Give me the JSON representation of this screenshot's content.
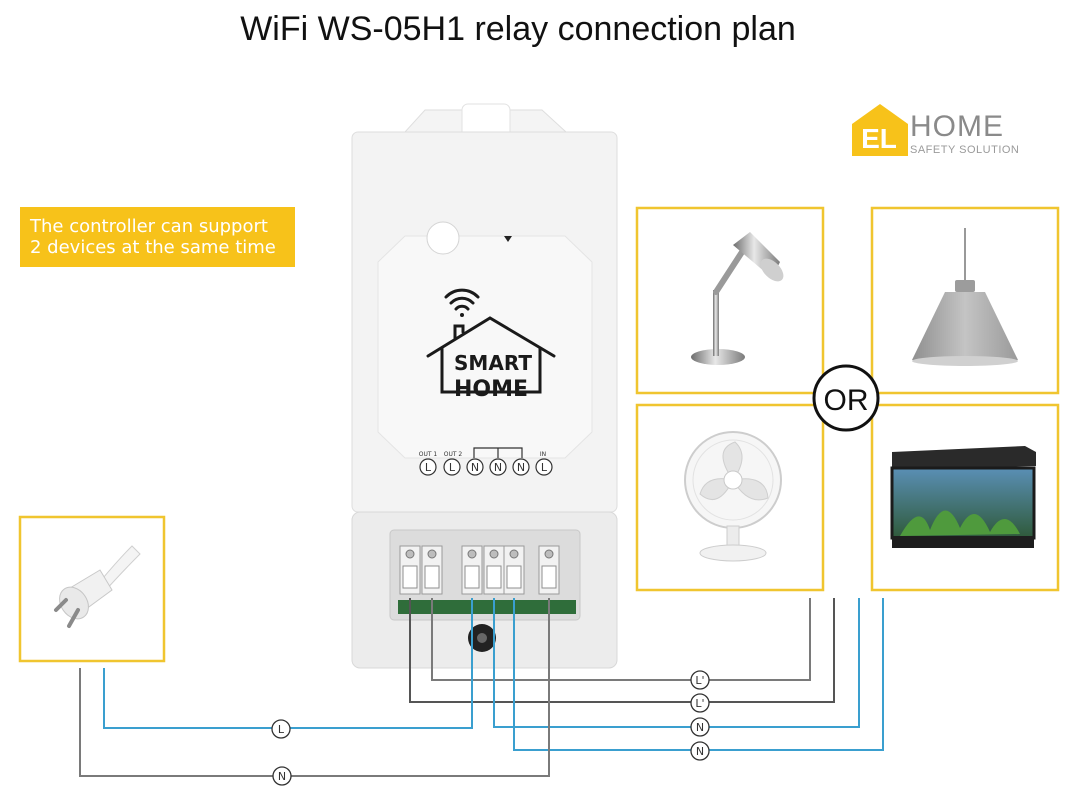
{
  "title": "WiFi WS-05H1 relay connection plan",
  "note": "The controller can support 2 devices at the same time",
  "logo": {
    "mark": "EL",
    "name": "HOME",
    "tagline": "SAFETY SOLUTION",
    "color": "#f7c21a"
  },
  "relay": {
    "brand_line1": "SMART",
    "brand_line2": "HOME",
    "terminal_header_out1": "OUT 1",
    "terminal_header_out2": "OUT 2",
    "terminal_header_in": "IN",
    "terminals": [
      "L",
      "L",
      "N",
      "N",
      "N",
      "L"
    ]
  },
  "or_label": "OR",
  "wire_labels": {
    "live_out1": "L'",
    "live_out2": "L'",
    "neutral_1": "N",
    "neutral_2": "N",
    "input_live": "L",
    "input_neutral": "N"
  },
  "colors": {
    "accent": "#f7c21a",
    "wire_blue": "#3a9fcf",
    "wire_gray": "#7a7a7a"
  },
  "devices": [
    "desk-lamp",
    "pendant-lamp",
    "desk-fan",
    "aquarium",
    "power-plug"
  ]
}
